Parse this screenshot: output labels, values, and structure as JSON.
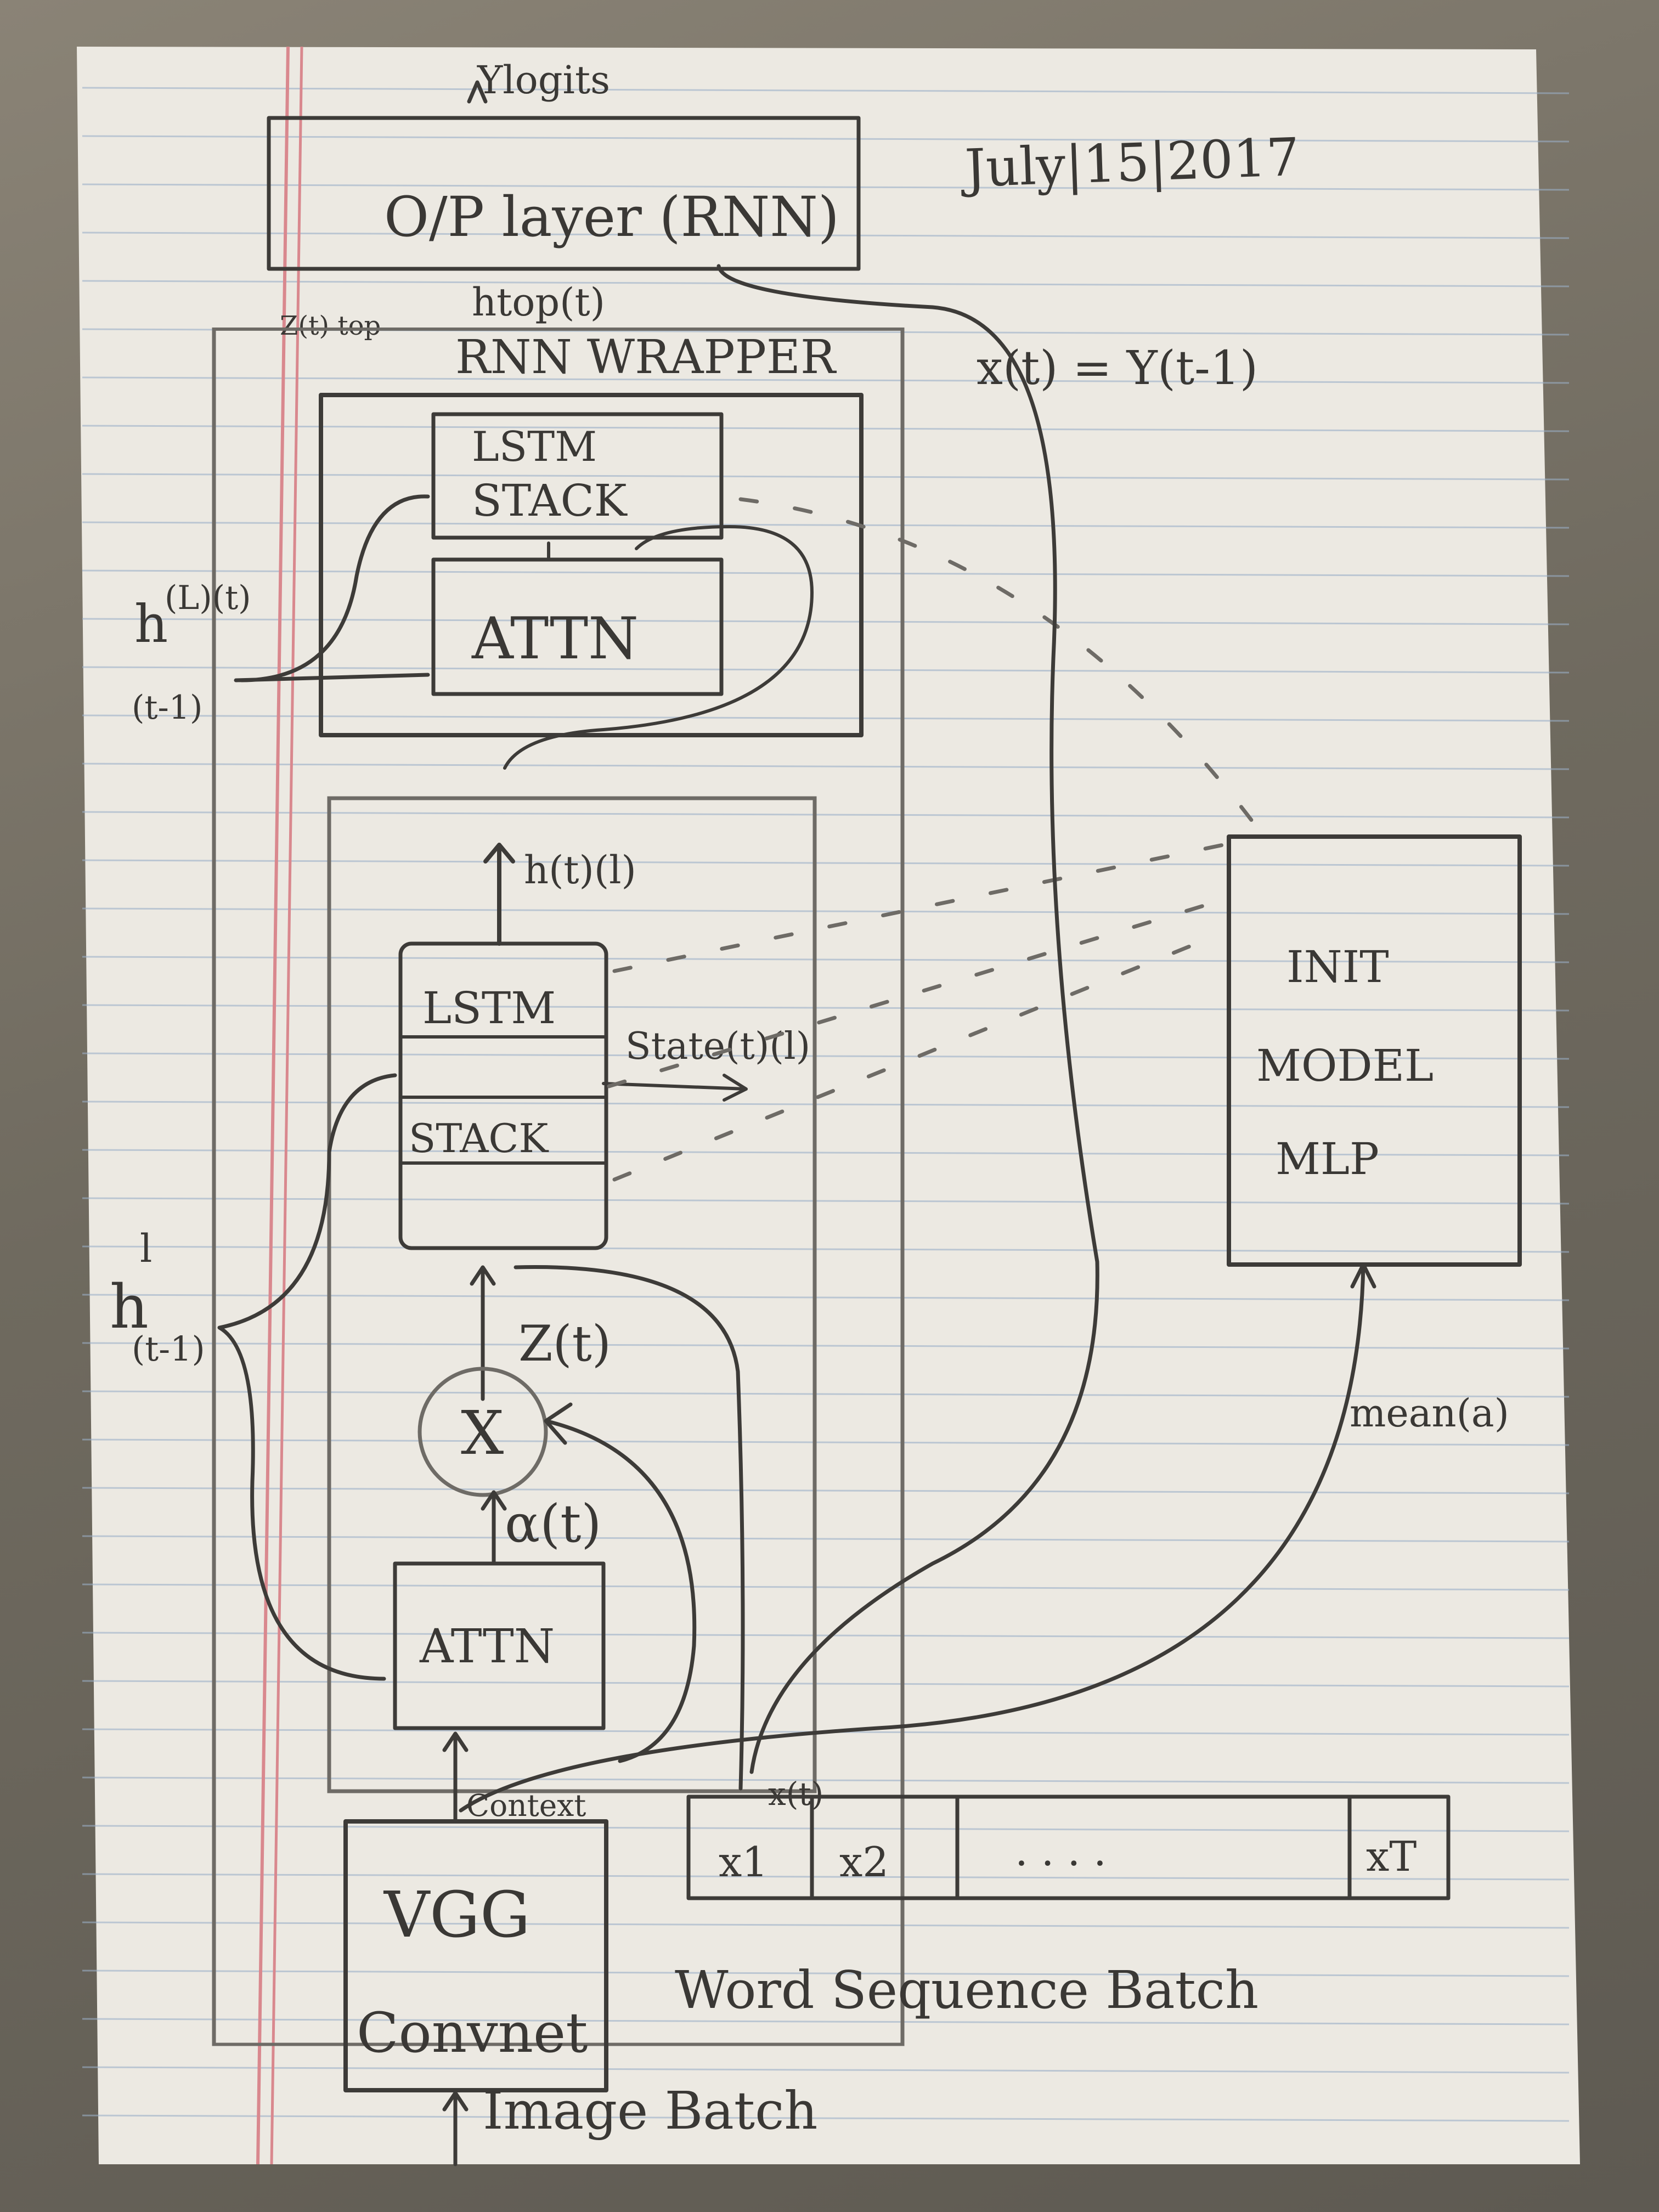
{
  "date": "July|15|2017",
  "top_output": "Ylogits",
  "op_layer": "O/P layer (RNN)",
  "z_top": "Z(t) top",
  "htop": "htop(t)",
  "rnn_wrapper": "RNN WRAPPER",
  "xt_eq": "x(t) = Y(t-1)",
  "lstm_stack_top": {
    "line1": "LSTM",
    "line2": "STACK"
  },
  "attn_top": "ATTN",
  "h_top_left": {
    "sup": "(L)(t)",
    "sub": "(t-1)",
    "base": "h"
  },
  "h_l_t": "h(t)(l)",
  "lstm_stack_mid": {
    "line1": "LSTM",
    "line2": "STACK"
  },
  "state": "State(t)(l)",
  "z_t": "Z(t)",
  "multiply": "X",
  "alpha": "α(t)",
  "attn_bottom": "ATTN",
  "h_left": {
    "base": "h",
    "sup": "l",
    "sub": "(t-1)"
  },
  "init_model": {
    "line1": "INIT",
    "line2": "MODEL",
    "line3": "MLP"
  },
  "mean": "mean(a)",
  "context": "Context",
  "x_t_label": "x(t)",
  "vgg": {
    "line1": "VGG",
    "line2": "Convnet"
  },
  "image_batch": "Image Batch",
  "seq": {
    "x1": "x1",
    "x2": "x2",
    "dots": ". . . .",
    "xT": "xT"
  },
  "word_seq": "Word Sequence Batch",
  "colors": {
    "paper": "#ece9e2",
    "pencil": "#3d3b38",
    "margin_red": "#d9888e",
    "rule_blue": "#9bb0c8"
  }
}
